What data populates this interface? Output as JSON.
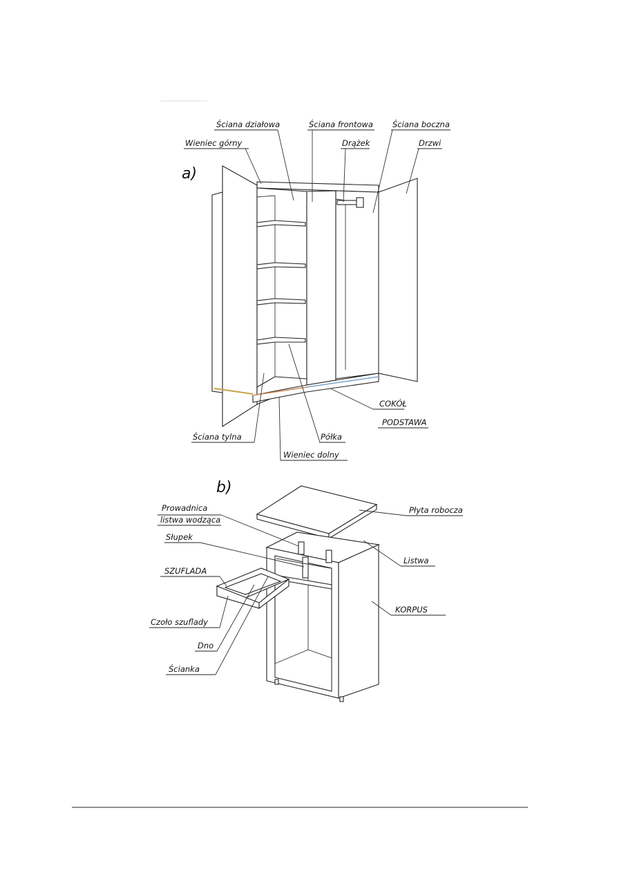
{
  "figure_a": {
    "part_label": "a)",
    "labels": {
      "sciana_dzialowa": "Ściana działowa",
      "sciana_frontowa": "Ściana frontowa",
      "sciana_boczna": "Ściana boczna",
      "wieniec_gorny": "Wieniec górny",
      "drazek": "Drążek",
      "drzwi": "Drzwi",
      "cokol": "COKÓŁ",
      "podstawa": "PODSTAWA",
      "sciana_tylna": "Ściana tylna",
      "polka": "Półka",
      "wieniec_dolny": "Wieniec dolny"
    }
  },
  "figure_b": {
    "part_label": "b)",
    "labels": {
      "prowadnica": "Prowadnica",
      "listwa_wodzaca": "listwa wodząca",
      "plyta_robocza": "Płyta robocza",
      "slupek": "Słupek",
      "listwa": "Listwa",
      "szuflada": "SZUFLADA",
      "korpus": "KORPUS",
      "czolo_szuflady": "Czoło szuflady",
      "dno": "Dno",
      "scianka": "Ścianka"
    }
  }
}
